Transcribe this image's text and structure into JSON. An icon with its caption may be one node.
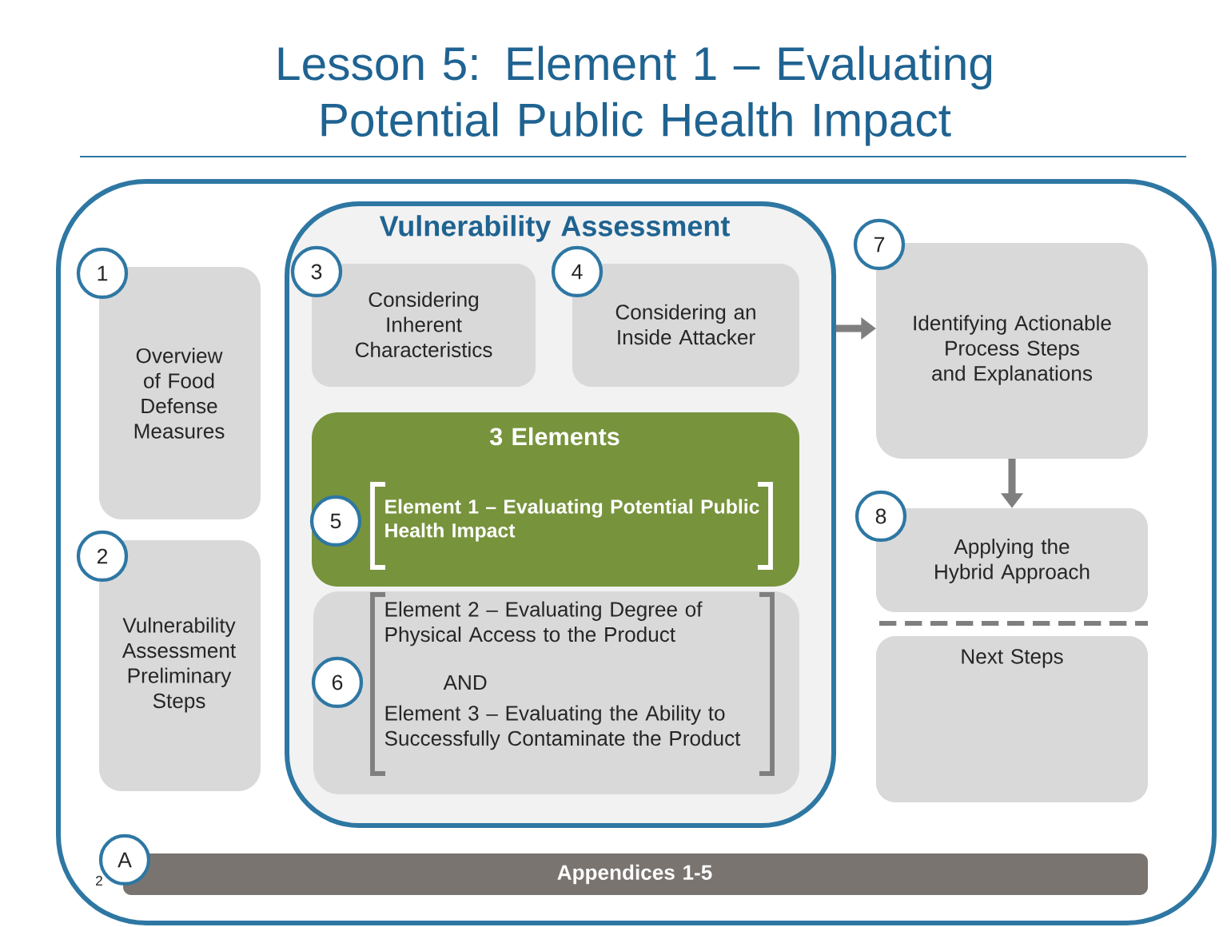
{
  "diagram": {
    "title": "Lesson 5: Element 1 – Evaluating Potential Public Health Impact",
    "nodes": [
      {
        "text": [],
        "shape": "box"
      },
      {
        "text": [
          "1"
        ],
        "in": 0
      },
      {
        "text": [
          "Overview of Food Defense Measures"
        ],
        "in": 0
      },
      {
        "text": [
          "2"
        ],
        "in": 0
      },
      {
        "text": [
          "Vulnerability Assessment Preliminary Steps"
        ],
        "in": 0
      },
      {
        "text": [
          "Vulnerability Assessment"
        ],
        "in": 0
      },
      {
        "text": [
          "3"
        ],
        "in": 5
      },
      {
        "text": [
          "Considering Inherent Characteristics"
        ],
        "in": 5
      },
      {
        "text": [
          "4"
        ],
        "in": 5
      },
      {
        "text": [
          "Considering an Inside Attacker"
        ],
        "in": 5
      },
      {
        "text": [
          "3 Elements",
          "Element 1 – Evaluating Potential Public Health Impact"
        ],
        "in": 5
      },
      {
        "text": [
          "5"
        ],
        "in": 10
      },
      {
        "text": [
          "Element 2 – Evaluating Degree of Physical Access to the Product",
          "AND",
          "Element 3 – Evaluating the Ability to Successfully Contaminate the Product"
        ],
        "in": 5
      },
      {
        "text": [
          "6"
        ],
        "in": 12
      },
      {
        "text": [
          "7"
        ],
        "in": 0
      },
      {
        "text": [
          "Identifying Actionable Process Steps and Explanations"
        ],
        "in": 0
      },
      {
        "text": [
          "8"
        ],
        "in": 0
      },
      {
        "text": [
          "Applying the Hybrid Approach"
        ],
        "in": 0
      },
      {
        "text": [
          "Next Steps"
        ],
        "in": 0
      },
      {
        "text": [
          "A"
        ],
        "in": 0
      },
      {
        "text": [
          "Appendices 1-5"
        ],
        "in": 0
      }
    ],
    "edges": [
      {
        "from": 5,
        "to": 15,
        "arrow": "to"
      },
      {
        "from": 15,
        "to": 17,
        "arrow": "to"
      }
    ],
    "labels": [
      "2"
    ]
  }
}
